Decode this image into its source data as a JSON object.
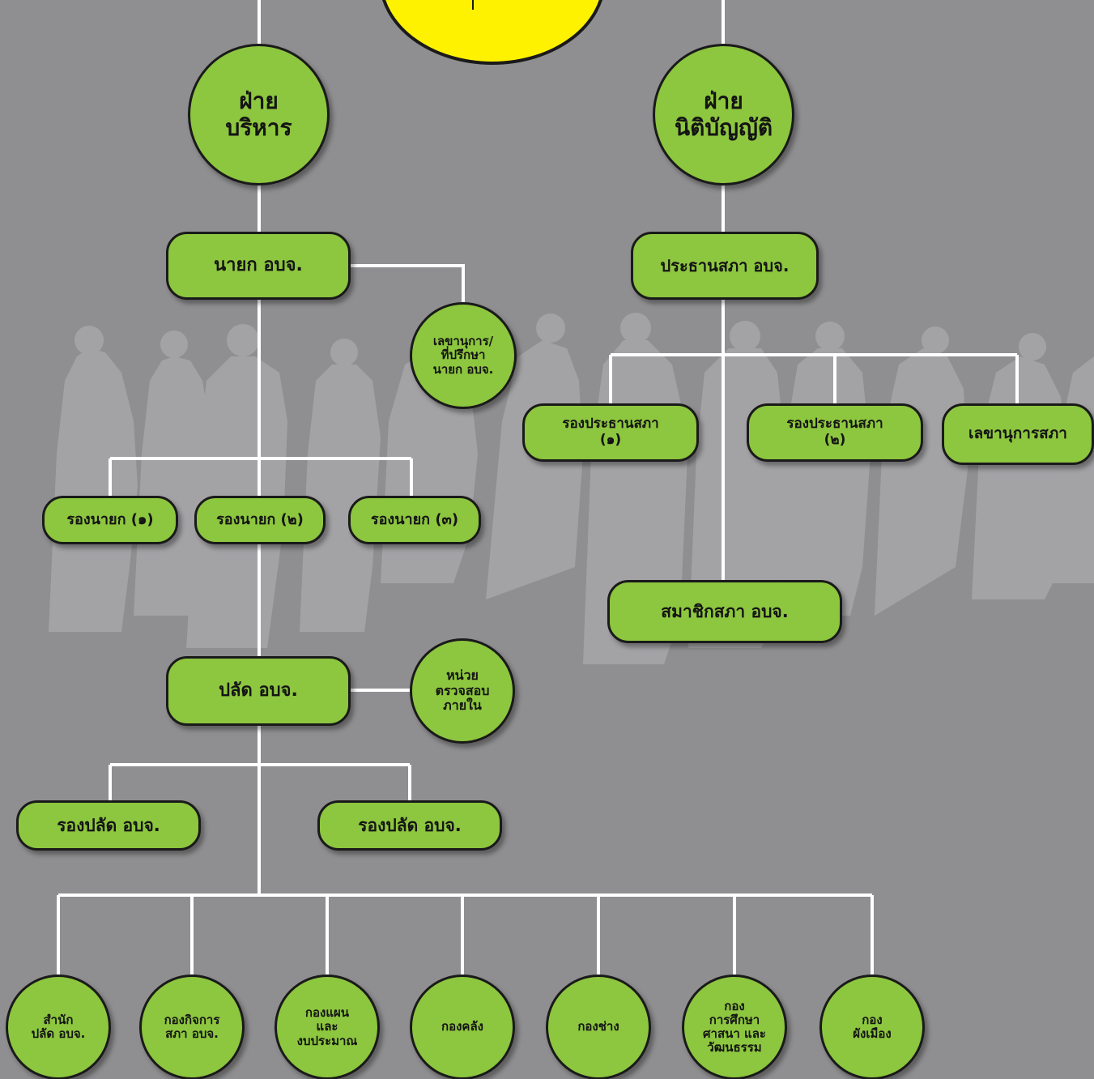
{
  "colors": {
    "background": "#8f8f91",
    "node_fill": "#8dc63f",
    "node_border": "#1a1a1a",
    "connector": "#ffffff",
    "top_node": "#fff200"
  },
  "executive": {
    "branch": "ฝ่าย\nบริหาร",
    "mayor": "นายก อบจ.",
    "secretary": "เลขานุการ/\nที่ปรึกษา\nนายก อบจ.",
    "deputies": [
      "รองนายก (๑)",
      "รองนายก (๒)",
      "รองนายก (๓)"
    ],
    "permanent_secretary": "ปลัด อบจ.",
    "internal_audit": "หน่วย\nตรวจสอบ\nภายใน",
    "deputy_secretaries": [
      "รองปลัด อบจ.",
      "รองปลัด อบจ."
    ],
    "divisions": [
      "สำนัก\nปลัด อบจ.",
      "กองกิจการ\nสภา อบจ.",
      "กองแผน\nและ\nงบประมาณ",
      "กองคลัง",
      "กองช่าง",
      "กอง\nการศึกษา\nศาสนา และ\nวัฒนธรรม",
      "กอง\nผังเมือง"
    ]
  },
  "legislative": {
    "branch": "ฝ่าย\nนิติบัญญัติ",
    "chairman": "ประธานสภา อบจ.",
    "vice_chairmen": [
      "รองประธานสภา\n(๑)",
      "รองประธานสภา\n(๒)"
    ],
    "secretary": "เลขานุการสภา",
    "members": "สมาชิกสภา อบจ."
  }
}
